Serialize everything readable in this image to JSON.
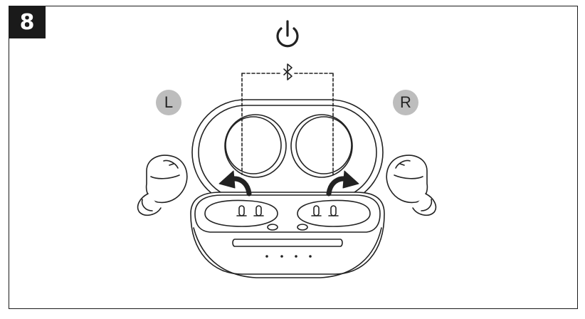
{
  "step": {
    "number": "8"
  },
  "labels": {
    "left": "L",
    "right": "R"
  },
  "icons": {
    "power": "power-icon",
    "bluetooth": "bluetooth-icon",
    "arrow_left": "curved-arrow-left-icon",
    "arrow_right": "curved-arrow-right-icon"
  },
  "indicator_lights": {
    "count": 4
  },
  "colors": {
    "badge_bg": "#1a1a1a",
    "label_bg": "#bdbdbd",
    "line": "#222222"
  }
}
